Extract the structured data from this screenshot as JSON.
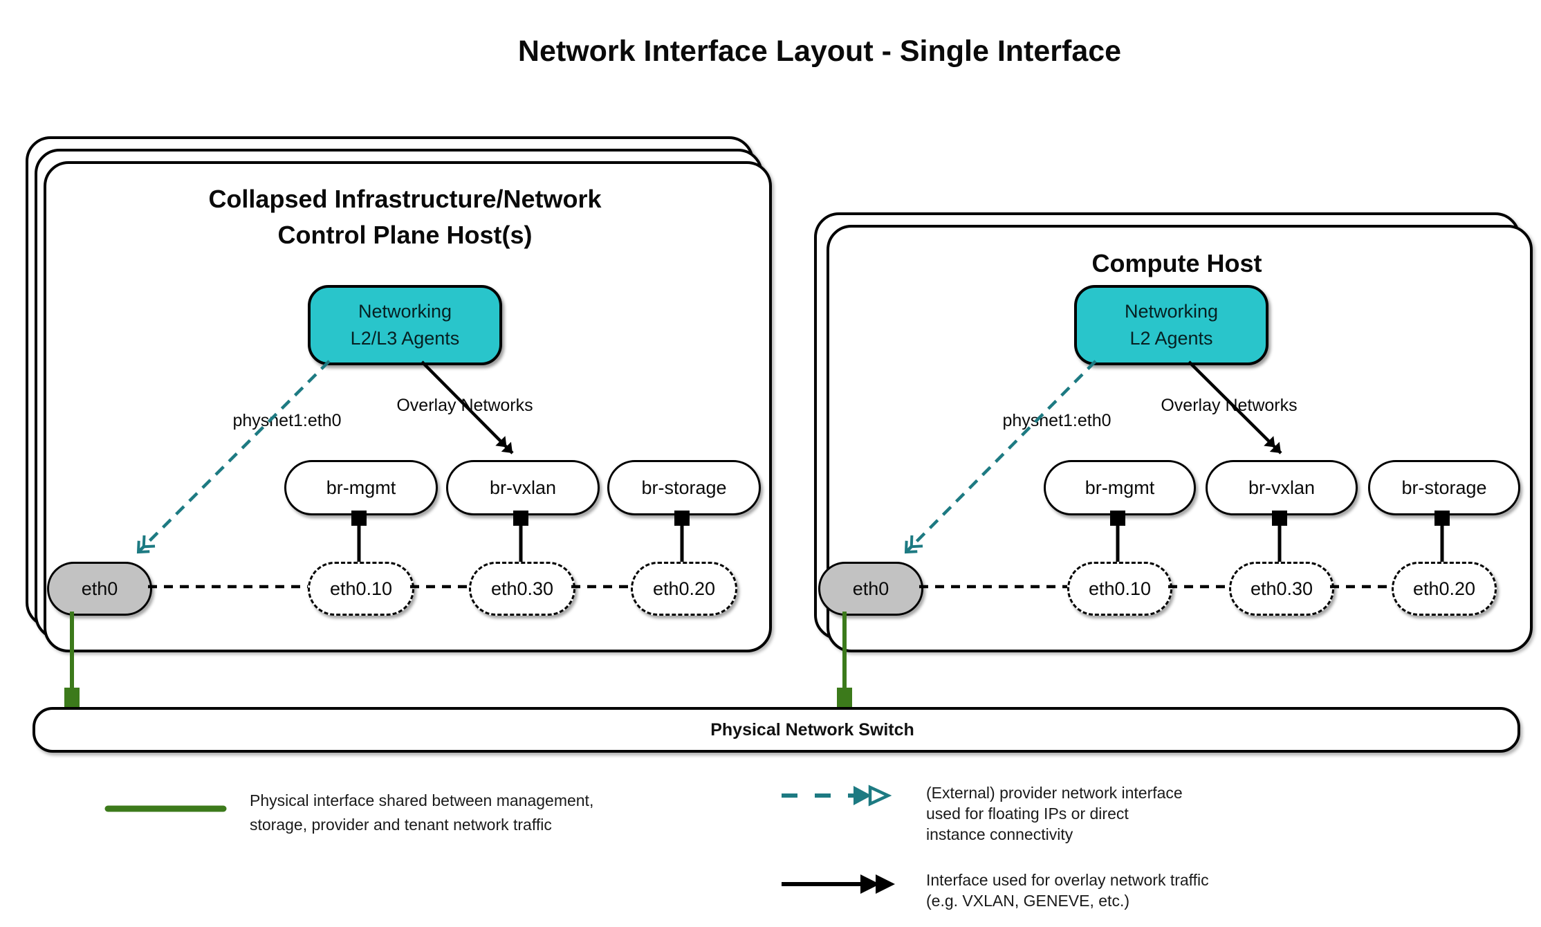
{
  "title": "Network Interface Layout - Single Interface",
  "colors": {
    "agent_fill": "#29c5cb",
    "provider_arrow_teal": "#1d7a82",
    "physical_link_green": "#3c7a1b",
    "phys_if_gray": "#c2c2c2"
  },
  "control_host": {
    "title_line1": "Collapsed Infrastructure/Network",
    "title_line2": "Control Plane Host(s)",
    "agent_line1": "Networking",
    "agent_line2": "L2/L3 Agents",
    "provider_label": "physnet1:eth0",
    "overlay_label": "Overlay Networks",
    "bridges": [
      "br-mgmt",
      "br-vxlan",
      "br-storage"
    ],
    "vlans": [
      "eth0.10",
      "eth0.30",
      "eth0.20"
    ],
    "phys_if": "eth0"
  },
  "compute_host": {
    "title": "Compute Host",
    "agent_line1": "Networking",
    "agent_line2": "L2 Agents",
    "provider_label": "physnet1:eth0",
    "overlay_label": "Overlay Networks",
    "bridges": [
      "br-mgmt",
      "br-vxlan",
      "br-storage"
    ],
    "vlans": [
      "eth0.10",
      "eth0.30",
      "eth0.20"
    ],
    "phys_if": "eth0"
  },
  "switch": {
    "label": "Physical Network Switch"
  },
  "legend": {
    "physical": {
      "line1": "Physical interface shared between management,",
      "line2": "storage, provider and tenant network traffic"
    },
    "provider": {
      "line1": "(External) provider network interface",
      "line2": "used for floating IPs or direct",
      "line3": "instance connectivity"
    },
    "overlay": {
      "line1": "Interface used for overlay network traffic",
      "line2": "(e.g. VXLAN, GENEVE, etc.)"
    }
  }
}
